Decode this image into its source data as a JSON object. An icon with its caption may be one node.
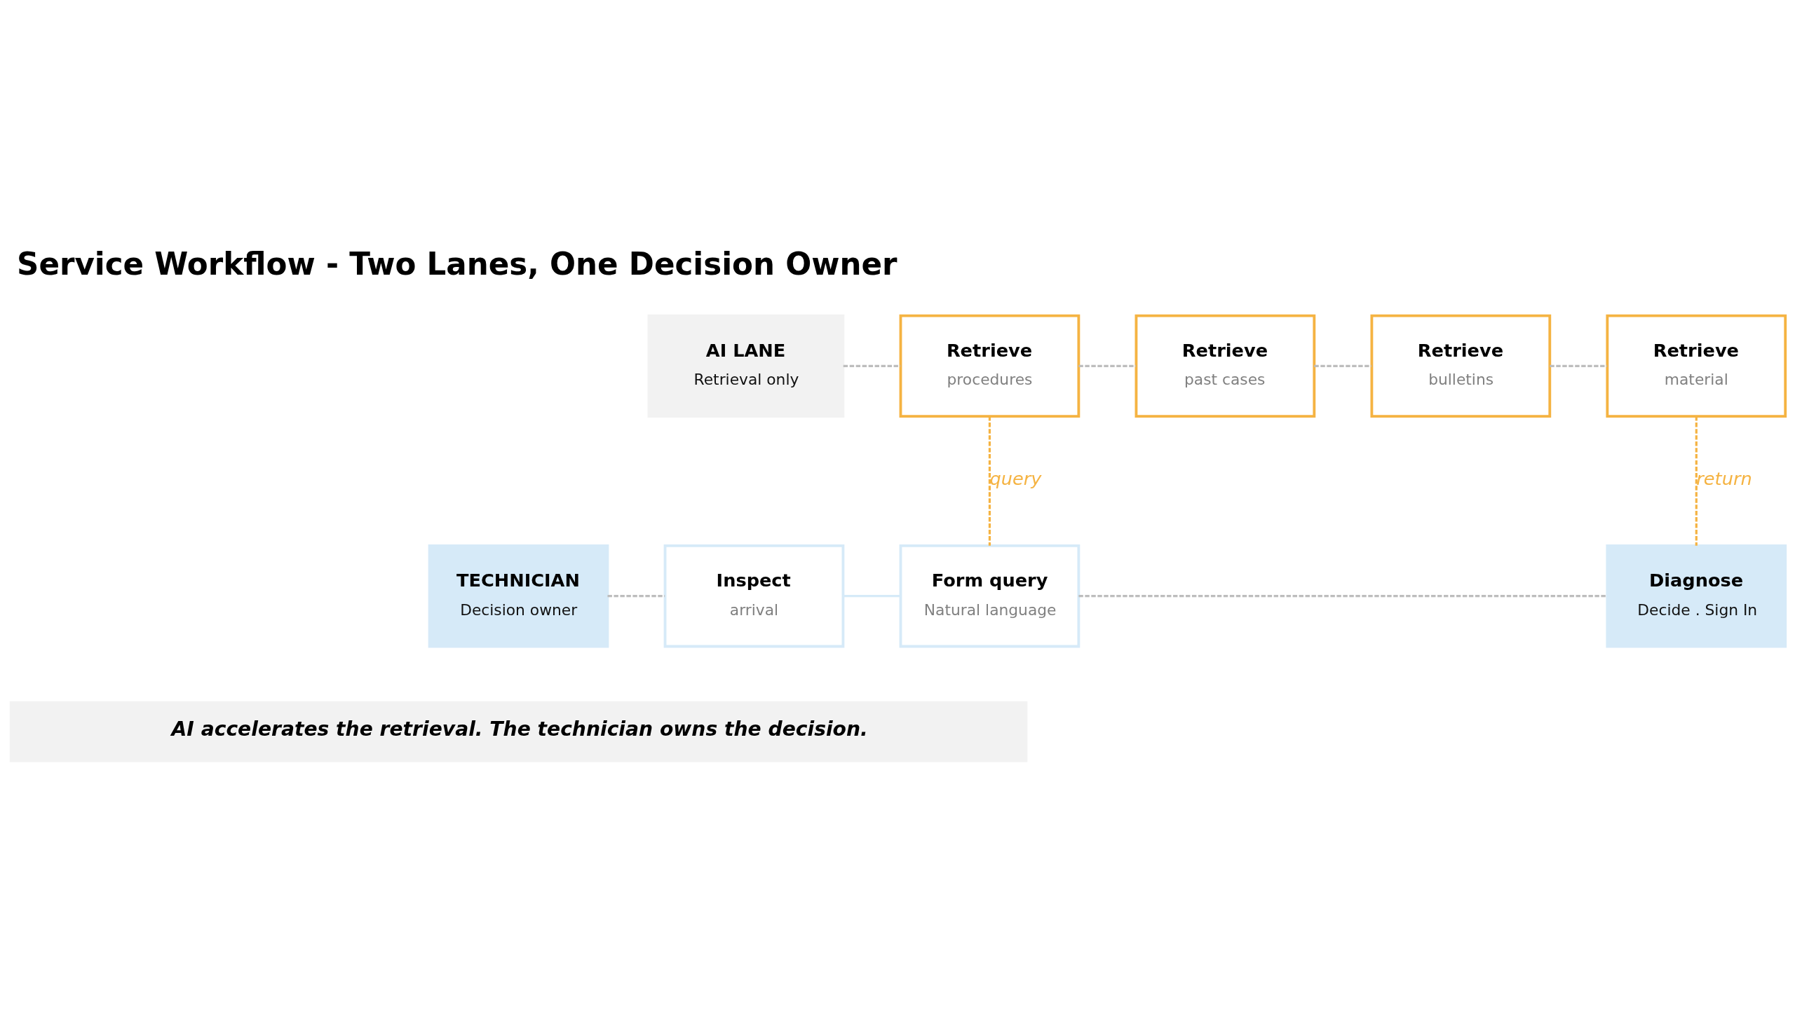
{
  "diagram": {
    "title": "Service Workflow - Two Lanes, One Decision Owner",
    "caption": "AI accelerates the retrieval. The technician owns the decision.",
    "nodes": [
      {
        "text": [
          "AI LANE",
          "Retrieval only"
        ]
      },
      {
        "text": [
          "Retrieve",
          "procedures"
        ]
      },
      {
        "text": [
          "Retrieve",
          "past cases"
        ]
      },
      {
        "text": [
          "Retrieve",
          "bulletins"
        ]
      },
      {
        "text": [
          "Retrieve",
          "material"
        ]
      },
      {
        "text": [
          "TECHNICIAN",
          "Decision owner"
        ]
      },
      {
        "text": [
          "Inspect",
          "arrival"
        ]
      },
      {
        "text": [
          "Form query",
          "Natural language"
        ]
      },
      {
        "text": [
          "Diagnose",
          "Decide . Sign In"
        ]
      }
    ],
    "edges": [
      {
        "from": 0,
        "to": 1,
        "arrow": "none",
        "style": "dashed"
      },
      {
        "from": 1,
        "to": 2,
        "arrow": "none",
        "style": "dashed"
      },
      {
        "from": 2,
        "to": 3,
        "arrow": "none",
        "style": "dashed"
      },
      {
        "from": 3,
        "to": 4,
        "arrow": "none",
        "style": "dashed"
      },
      {
        "from": 1,
        "to": 7,
        "arrow": "none",
        "label": "query",
        "style": "dashed",
        "color": "#f5b342"
      },
      {
        "from": 4,
        "to": 8,
        "arrow": "none",
        "label": "return",
        "style": "dashed",
        "color": "#f5b342"
      },
      {
        "from": 5,
        "to": 6,
        "arrow": "none",
        "style": "dashed"
      },
      {
        "from": 6,
        "to": 7,
        "arrow": "none",
        "color": "#d6eaf8"
      },
      {
        "from": 7,
        "to": 8,
        "arrow": "none",
        "style": "dashed"
      }
    ]
  }
}
